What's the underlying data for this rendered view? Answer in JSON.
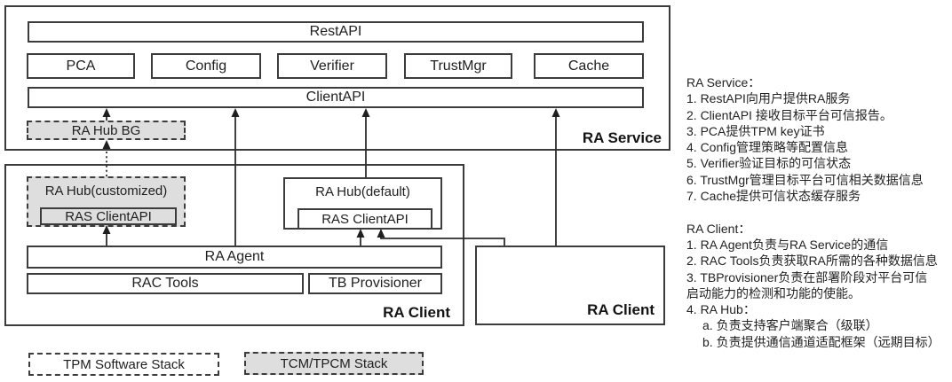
{
  "colors": {
    "line": "#3c3c3c",
    "gray_fill": "#dedede",
    "box_fill": "#ffffff",
    "text": "#1f1f1f"
  },
  "diagram": {
    "ra_service": {
      "label": "RA Service",
      "restapi": "RestAPI",
      "modules": {
        "pca": "PCA",
        "config": "Config",
        "verifier": "Verifier",
        "trustmgr": "TrustMgr",
        "cache": "Cache"
      },
      "clientapi": "ClientAPI",
      "ra_hub_bg": "RA Hub BG"
    },
    "ra_client_main": {
      "label": "RA Client",
      "ra_hub_customized": "RA Hub(customized)",
      "ras_clientapi_customized": "RAS ClientAPI",
      "ra_hub_default": "RA Hub(default)",
      "ras_clientapi_default": "RAS ClientAPI",
      "ra_agent": "RA Agent",
      "rac_tools": "RAC Tools",
      "tb_provisioner": "TB Provisioner"
    },
    "ra_client_secondary": {
      "label": "RA Client"
    },
    "legend": {
      "tpm": "TPM Software Stack",
      "tcm": "TCM/TPCM Stack"
    }
  },
  "annotations": {
    "service_title": "RA Service：",
    "service_lines": [
      "1. RestAPI向用户提供RA服务",
      "2. ClientAPI 接收目标平台可信报告。",
      "3. PCA提供TPM key证书",
      "4. Config管理策略等配置信息",
      "5. Verifier验证目标的可信状态",
      "6. TrustMgr管理目标平台可信相关数据信息",
      "7. Cache提供可信状态缓存服务"
    ],
    "client_title": "RA Client：",
    "client_lines": [
      "1. RA Agent负责与RA Service的通信",
      "2. RAC Tools负责获取RA所需的各种数据信息",
      "3. TBProvisioner负责在部署阶段对平台可信",
      "启动能力的检测和功能的使能。",
      "4. RA Hub：",
      "a. 负责支持客户端聚合（级联）",
      "b. 负责提供通信通道适配框架（远期目标）"
    ]
  }
}
